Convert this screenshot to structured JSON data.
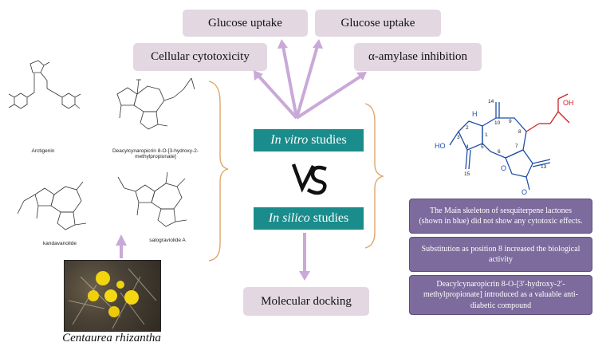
{
  "activities": {
    "glucose_uptake_1": "Glucose uptake",
    "glucose_uptake_2": "Glucose uptake",
    "cellular_cytotoxicity": "Cellular cytotoxicity",
    "alpha_amylase": "α-amylase inhibition"
  },
  "studies": {
    "in_vitro_italic": "In vitro",
    "in_vitro_rest": " studies",
    "vs": "VS",
    "in_silico_italic": "In silico",
    "in_silico_rest": " studies"
  },
  "docking": "Molecular docking",
  "compounds": {
    "arctigenin": "Arctigenin",
    "deacyl": "Deacylcynaropicrin 8-O-[3-hydroxy-2-methylpropionate]",
    "kandavanolide": "kandavanolide",
    "salograviolide": "salograviolide A"
  },
  "plant": {
    "name": "Centaurea rhizantha"
  },
  "skeleton_labels": {
    "ho": "HO",
    "oh": "OH",
    "h": "H",
    "o_ring": "O",
    "o_carbonyl": "O",
    "numbers": [
      "1",
      "2",
      "3",
      "4",
      "5",
      "6",
      "7",
      "8",
      "9",
      "10",
      "13",
      "14",
      "15"
    ]
  },
  "findings": [
    "The Main skeleton of sesquiterpene lactones (shown in blue) did not show any cytotoxic effects.",
    "Substitution as position 8 increased the biological activity",
    "Deacylcynaropicrin 8-O-[3′-hydroxy-2′-methylpropionate] introduced as a valuable anti-diabetic compound"
  ],
  "colors": {
    "pill_bg": "#e3d8e2",
    "teal": "#1a8c8c",
    "purple_box": "#7c6b9c",
    "arrow": "#c9a9d8",
    "brace": "#e0a66a",
    "skeleton_blue": "#1f4fa8",
    "ester_red": "#cc2222"
  }
}
